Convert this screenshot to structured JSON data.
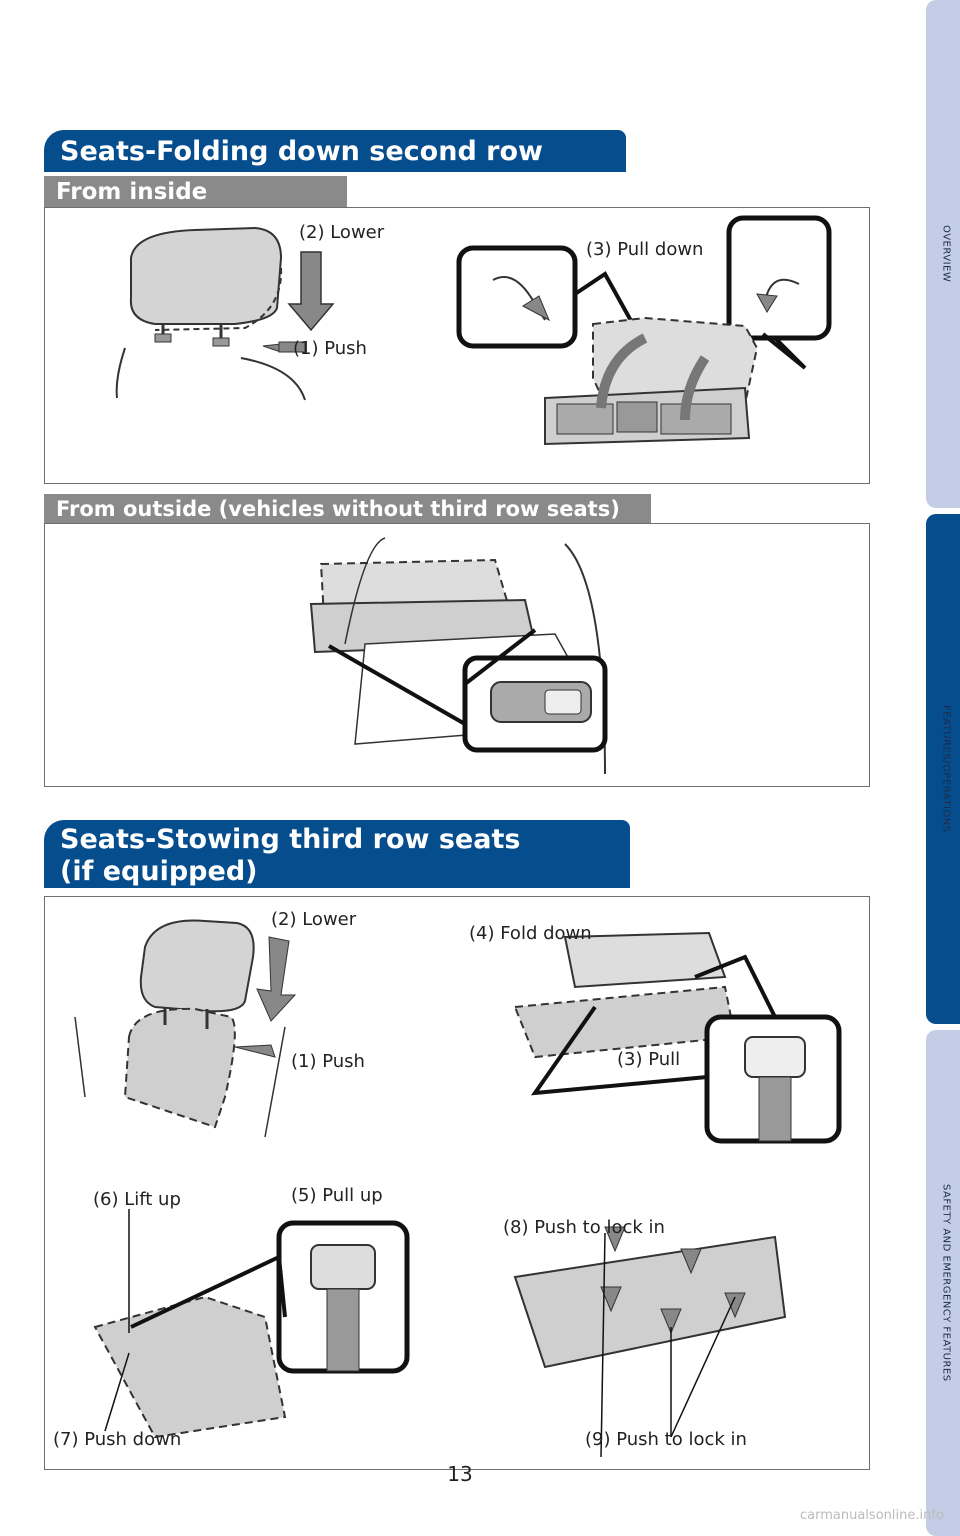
{
  "side_tabs": [
    {
      "label": "OVERVIEW"
    },
    {
      "label": "FEATURES/OPERATIONS"
    },
    {
      "label": "SAFETY AND EMERGENCY FEATURES"
    }
  ],
  "section1": {
    "title": "Seats-Folding down second row seats",
    "inside": {
      "heading": "From inside",
      "labels": {
        "lower": "(2) Lower",
        "push": "(1) Push",
        "pull_down": "(3) Pull down"
      }
    },
    "outside": {
      "heading": "From outside (vehicles without third row seats)"
    }
  },
  "section2": {
    "title_line1": "Seats-Stowing third row seats",
    "title_line2": "(if equipped)",
    "labels": {
      "lower": "(2) Lower",
      "push": "(1) Push",
      "fold_down": "(4) Fold down",
      "pull": "(3) Pull",
      "lift_up": "(6) Lift up",
      "pull_up": "(5) Pull up",
      "push_to_lock_8": "(8) Push to lock in",
      "push_down": "(7) Push down",
      "push_to_lock_9": "(9) Push to lock in"
    }
  },
  "page_number": "13",
  "watermark": "carmanualsonline.info"
}
